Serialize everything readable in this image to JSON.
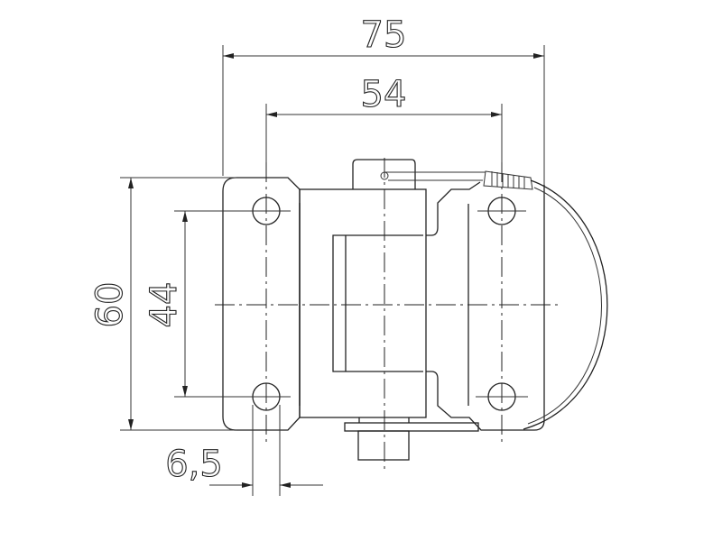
{
  "dimensions": {
    "overall_width": "75",
    "hole_spacing_horizontal": "54",
    "overall_height": "60",
    "hole_spacing_vertical": "44",
    "hole_edge_offset": "6,5"
  },
  "colors": {
    "line": "#222222",
    "background": "#ffffff"
  }
}
